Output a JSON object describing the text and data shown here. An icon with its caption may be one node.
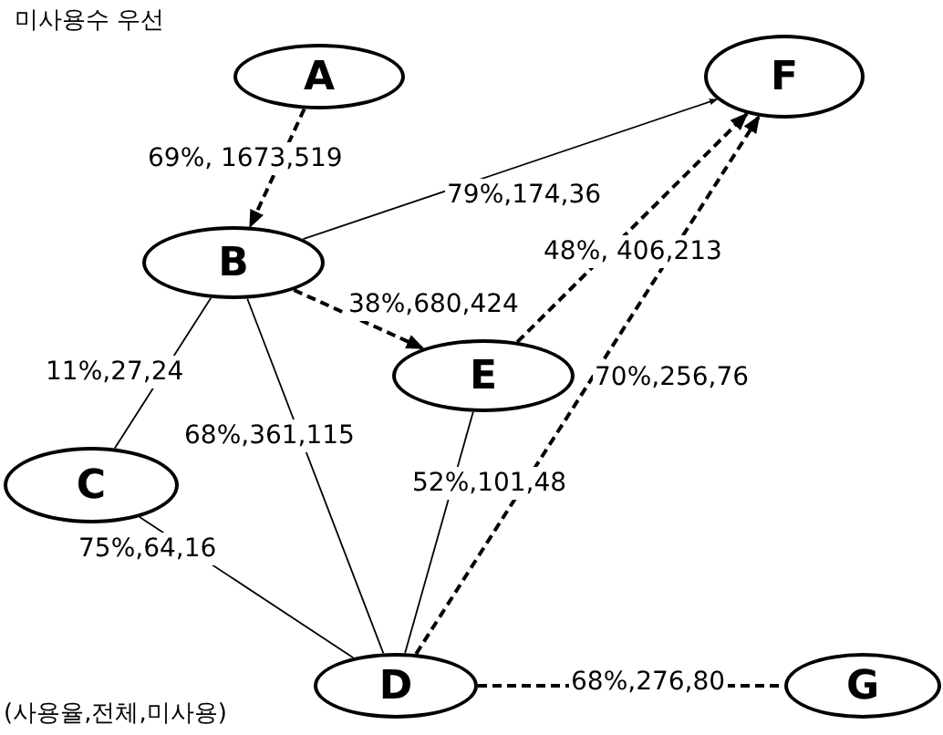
{
  "diagram": {
    "title": "미사용수 우선",
    "nodes": [
      {
        "text": [
          "A"
        ]
      },
      {
        "text": [
          "B"
        ]
      },
      {
        "text": [
          "C"
        ]
      },
      {
        "text": [
          "D"
        ]
      },
      {
        "text": [
          "E"
        ]
      },
      {
        "text": [
          "F"
        ]
      },
      {
        "text": [
          "G"
        ]
      }
    ],
    "edges": [
      {
        "from": 0,
        "to": 1,
        "arrow": "to",
        "style": "dashed",
        "label": "69%, 1673,519"
      },
      {
        "from": 1,
        "to": 5,
        "arrow": "to",
        "label": "79%,174,36"
      },
      {
        "from": 1,
        "to": 4,
        "arrow": "to",
        "style": "dashed",
        "label": "38%,680,424"
      },
      {
        "from": 4,
        "to": 5,
        "arrow": "to",
        "style": "dashed",
        "label": "48%, 406,213"
      },
      {
        "from": 1,
        "to": 2,
        "arrow": "none",
        "label": "11%,27,24"
      },
      {
        "from": 1,
        "to": 3,
        "arrow": "none",
        "label": "68%,361,115"
      },
      {
        "from": 4,
        "to": 3,
        "arrow": "none",
        "label": "52%,101,48"
      },
      {
        "from": 3,
        "to": 5,
        "arrow": "to",
        "style": "dashed",
        "label": "70%,256,76"
      },
      {
        "from": 2,
        "to": 3,
        "arrow": "none",
        "label": "75%,64,16"
      },
      {
        "from": 3,
        "to": 6,
        "arrow": "none",
        "style": "dashed",
        "label": "68%,276,80"
      }
    ],
    "labels": [
      "(사용율,전체,미사용)"
    ]
  }
}
